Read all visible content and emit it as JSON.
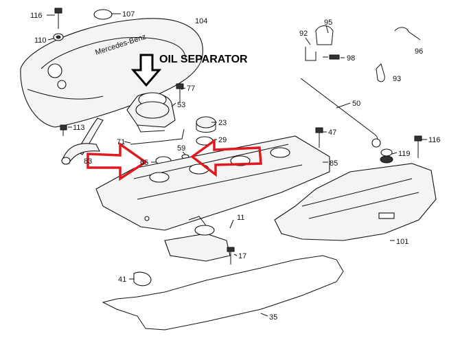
{
  "diagram": {
    "heading": "OIL SEPARATOR",
    "brand_text": "Mercedes-Benz",
    "parts": [
      "116",
      "107",
      "104",
      "110",
      "95",
      "92",
      "98",
      "96",
      "93",
      "77",
      "53",
      "50",
      "113",
      "23",
      "29",
      "47",
      "116",
      "119",
      "71",
      "59",
      "83",
      "65",
      "85",
      "101",
      "11",
      "17",
      "41",
      "35"
    ],
    "colors": {
      "highlight": "#e0191f",
      "line": "#111111"
    }
  }
}
